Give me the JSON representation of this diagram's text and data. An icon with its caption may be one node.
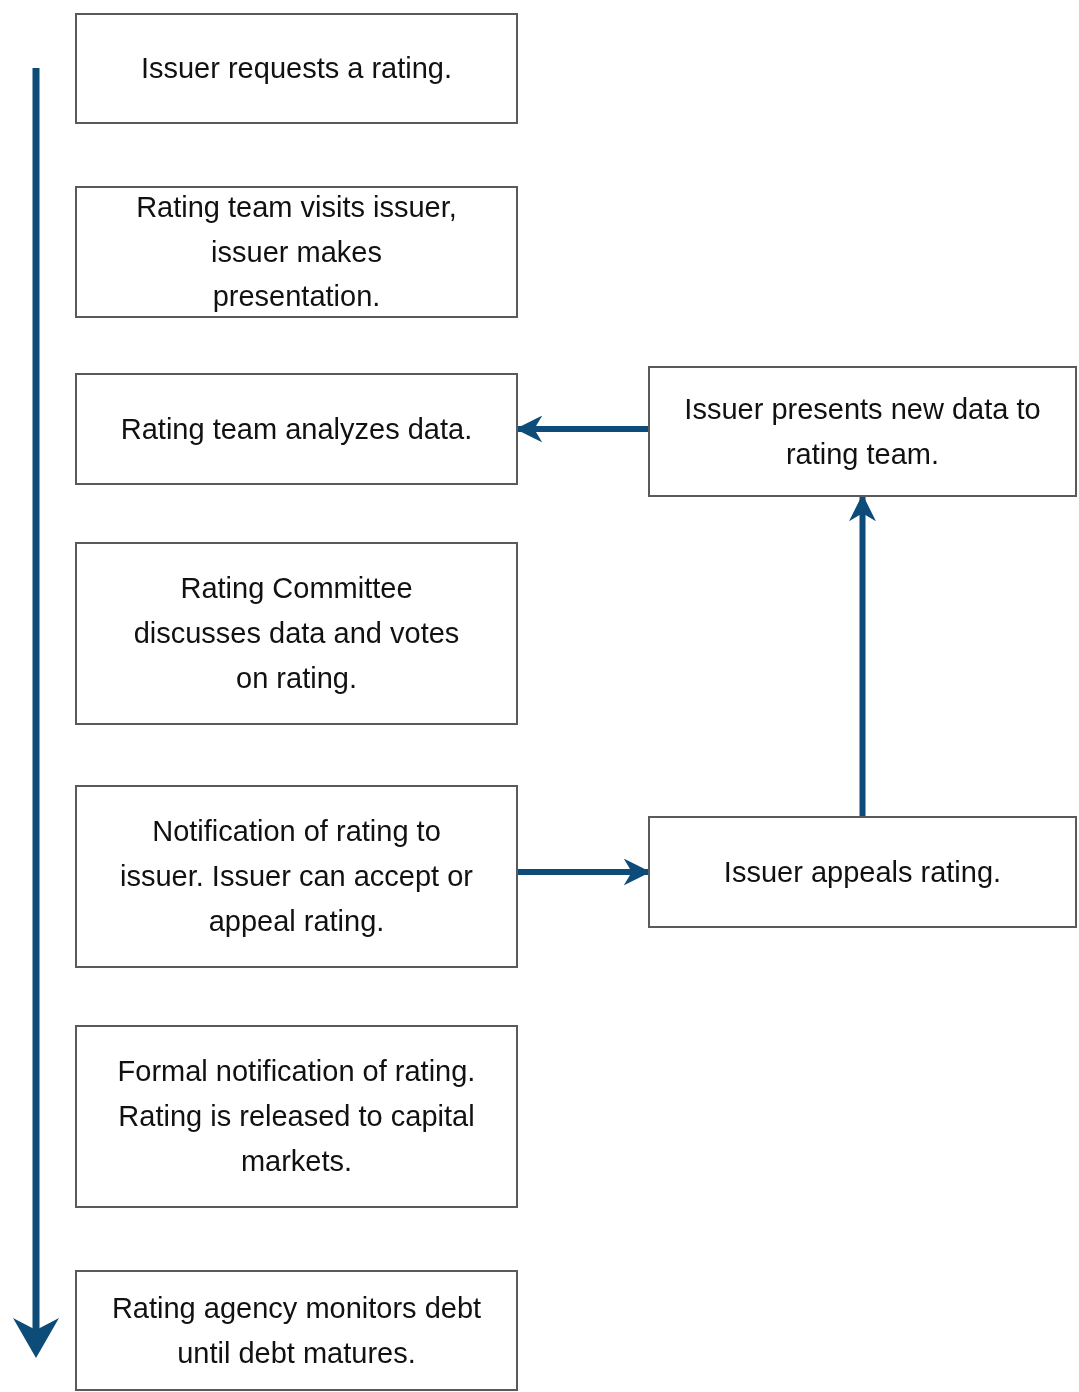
{
  "diagram": {
    "nodes": [
      {
        "text": [
          "Issuer requests a rating."
        ]
      },
      {
        "text": [
          "Rating team visits issuer, issuer makes presentation."
        ]
      },
      {
        "text": [
          "Rating team analyzes data."
        ]
      },
      {
        "text": [
          "Rating Committee discusses data and votes on rating."
        ]
      },
      {
        "text": [
          "Notification of rating to issuer. Issuer can accept or appeal rating."
        ]
      },
      {
        "text": [
          "Formal notification of rating. Rating is released to capital markets."
        ]
      },
      {
        "text": [
          "Rating agency monitors debt until debt matures."
        ]
      },
      {
        "text": [
          "Issuer presents new data to rating team."
        ]
      },
      {
        "text": [
          "Issuer appeals rating."
        ]
      }
    ],
    "edges": [
      {
        "from": 7,
        "to": 2,
        "arrow": "to"
      },
      {
        "from": 4,
        "to": 8,
        "arrow": "to"
      },
      {
        "from": 8,
        "to": 7,
        "arrow": "to"
      }
    ]
  }
}
